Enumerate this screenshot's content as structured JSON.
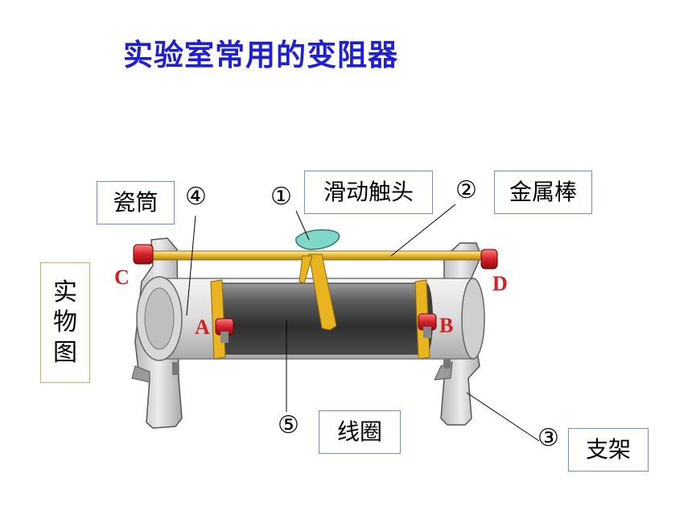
{
  "title": "实验室常用的变阻器",
  "labels": {
    "porcelain_tube": "瓷筒",
    "slider": "滑动触头",
    "metal_rod": "金属棒",
    "coil": "线圈",
    "stand": "支架",
    "photo": [
      "实",
      "物",
      "图"
    ]
  },
  "numbers": {
    "n1": "①",
    "n2": "②",
    "n3": "③",
    "n4": "④",
    "n5": "⑤"
  },
  "terminals": {
    "a": "A",
    "b": "B",
    "c": "C",
    "d": "D"
  }
}
